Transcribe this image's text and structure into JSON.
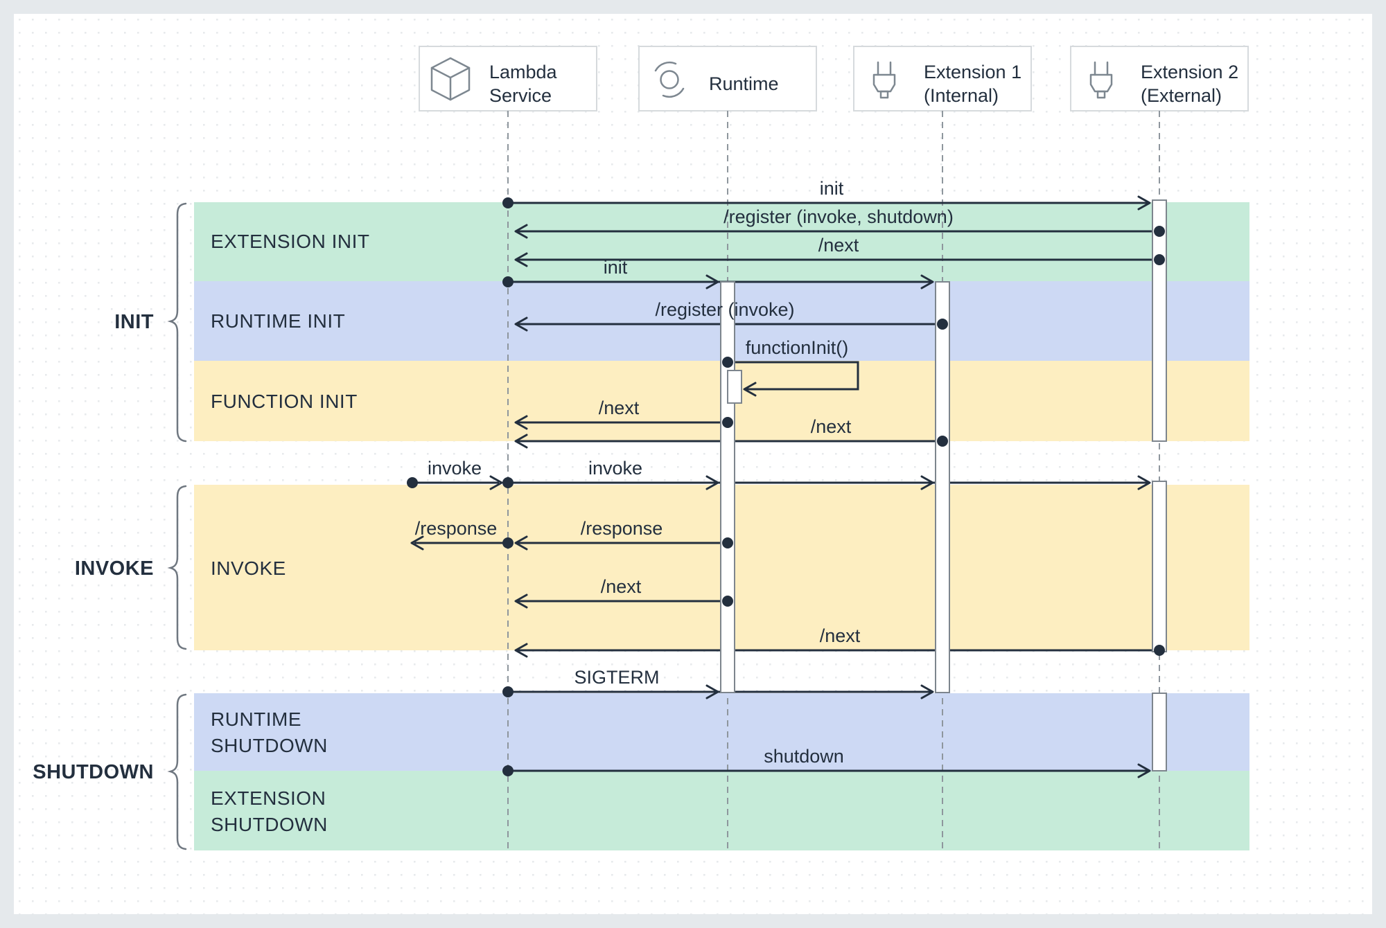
{
  "colors": {
    "page_bg": "#e5e9ec",
    "canvas_bg": "#ffffff",
    "dot_grid": "#e7eaec",
    "band_green": "#c6ebd9",
    "band_purple": "#cdd9f4",
    "band_yellow": "#fdeec1",
    "ink": "#232f3e",
    "icon_gray": "#7d8790",
    "lifeline_gray": "#8e969d"
  },
  "participants": [
    {
      "name": "Lambda Service",
      "line1": "Lambda",
      "line2": "Service",
      "icon": "cube-icon"
    },
    {
      "name": "Runtime",
      "line1": "Runtime",
      "line2": "",
      "icon": "cycle-icon"
    },
    {
      "name": "Extension 1 (Internal)",
      "line1": "Extension 1",
      "line2": "(Internal)",
      "icon": "plug-icon"
    },
    {
      "name": "Extension 2 (External)",
      "line1": "Extension 2",
      "line2": "(External)",
      "icon": "plug-icon"
    }
  ],
  "sections": [
    {
      "label": "INIT"
    },
    {
      "label": "INVOKE"
    },
    {
      "label": "SHUTDOWN"
    }
  ],
  "phases": [
    {
      "label": "EXTENSION INIT"
    },
    {
      "label": "RUNTIME INIT"
    },
    {
      "label": "FUNCTION INIT"
    },
    {
      "label": "INVOKE"
    },
    {
      "label": "RUNTIME",
      "label2": "SHUTDOWN"
    },
    {
      "label": "EXTENSION",
      "label2": "SHUTDOWN"
    }
  ],
  "messages": [
    {
      "label": "init",
      "from": "Lambda Service",
      "to": "Extension 2 (External)"
    },
    {
      "label": "/register (invoke, shutdown)",
      "from": "Extension 2 (External)",
      "to": "Lambda Service"
    },
    {
      "label": "/next",
      "from": "Extension 2 (External)",
      "to": "Lambda Service"
    },
    {
      "label": "init",
      "from": "Lambda Service",
      "to": "Runtime, Extension 1 (Internal)"
    },
    {
      "label": "/register (invoke)",
      "from": "Extension 1 (Internal)",
      "to": "Lambda Service"
    },
    {
      "label": "functionInit()",
      "from": "Runtime",
      "to": "Runtime"
    },
    {
      "label": "/next",
      "from": "Runtime",
      "to": "Lambda Service"
    },
    {
      "label": "/next",
      "from": "Extension 1 (Internal)",
      "to": "Lambda Service"
    },
    {
      "label": "invoke",
      "from": "caller",
      "to": "Lambda Service"
    },
    {
      "label": "invoke",
      "from": "Lambda Service",
      "to": "Runtime, Extension 1 (Internal), Extension 2 (External)"
    },
    {
      "label": "/response",
      "from": "Runtime",
      "to": "Lambda Service"
    },
    {
      "label": "/response",
      "from": "Lambda Service",
      "to": "caller"
    },
    {
      "label": "/next",
      "from": "Runtime",
      "to": "Lambda Service"
    },
    {
      "label": "/next",
      "from": "Extension 2 (External)",
      "to": "Lambda Service"
    },
    {
      "label": "SIGTERM",
      "from": "Lambda Service",
      "to": "Runtime, Extension 1 (Internal)"
    },
    {
      "label": "shutdown",
      "from": "Lambda Service",
      "to": "Extension 2 (External)"
    }
  ]
}
